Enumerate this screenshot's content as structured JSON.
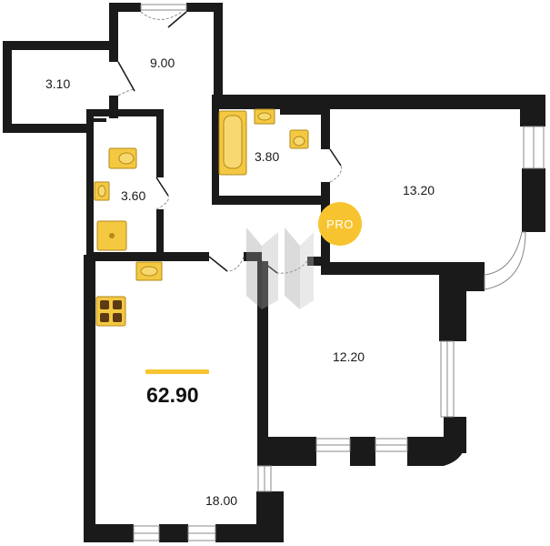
{
  "floorplan": {
    "total_area": "62.90",
    "badge_text": "PRO",
    "rooms": {
      "hall": "9.00",
      "storage": "3.10",
      "bathroom": "3.80",
      "wc": "3.60",
      "bedroom_1": "13.20",
      "bedroom_2": "12.20",
      "living_kitchen": "18.00"
    },
    "colors": {
      "wall": "#1a1a1a",
      "fixture": "#f5c842",
      "fixture_outline": "#b08a1a",
      "accent": "#f7c430",
      "door": "#9a9a9a"
    }
  }
}
